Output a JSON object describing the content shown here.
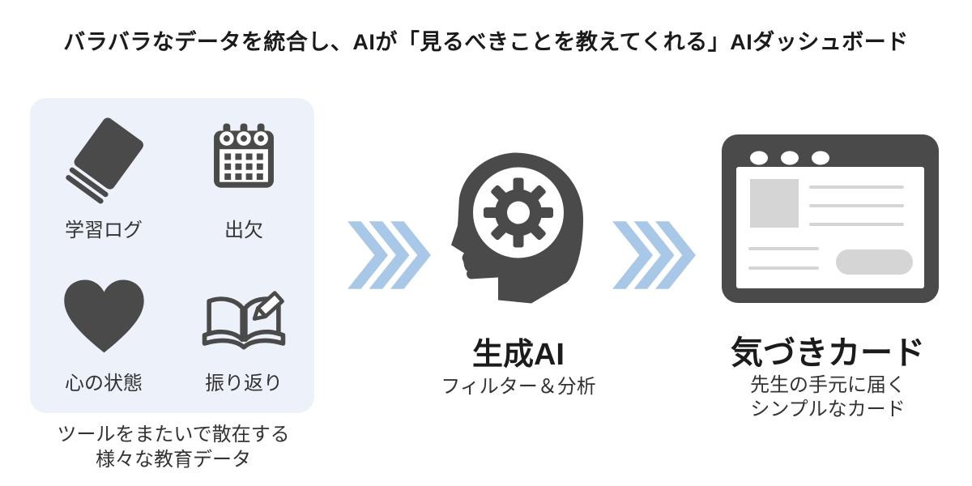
{
  "title": "バラバラなデータを統合し、AIが「見るべきことを教えてくれる」AIダッシュボード",
  "sources_panel": {
    "items": [
      {
        "icon": "book-icon",
        "label": "学習ログ"
      },
      {
        "icon": "calendar-icon",
        "label": "出欠"
      },
      {
        "icon": "heart-icon",
        "label": "心の状態"
      },
      {
        "icon": "open-book-pencil-icon",
        "label": "振り返り"
      }
    ],
    "caption_line1": "ツールをまたいで散在する",
    "caption_line2": "様々な教育データ"
  },
  "ai_stage": {
    "icon": "head-gear-icon",
    "title": "生成AI",
    "subtitle": "フィルター＆分析"
  },
  "output_stage": {
    "icon": "dashboard-window-icon",
    "title": "気づきカード",
    "caption_line1": "先生の手元に届く",
    "caption_line2": "シンプルなカード"
  },
  "colors": {
    "icon_dark": "#4a4a4b",
    "arrow_blue": "#a9c8e8",
    "panel_bg": "#edf1f9",
    "placeholder_gray": "#d5d5d5",
    "title_text": "#1b1b1b",
    "body_text": "#333333",
    "background": "#ffffff"
  }
}
